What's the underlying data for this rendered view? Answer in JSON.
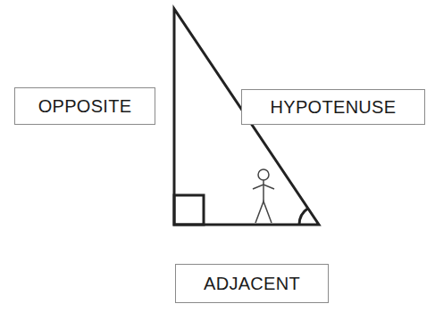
{
  "diagram": {
    "nodes": [
      {
        "text": [
          "OPPOSITE"
        ]
      },
      {
        "text": [
          "HYPOTENUSE"
        ]
      },
      {
        "text": [
          "ADJACENT"
        ]
      }
    ]
  }
}
